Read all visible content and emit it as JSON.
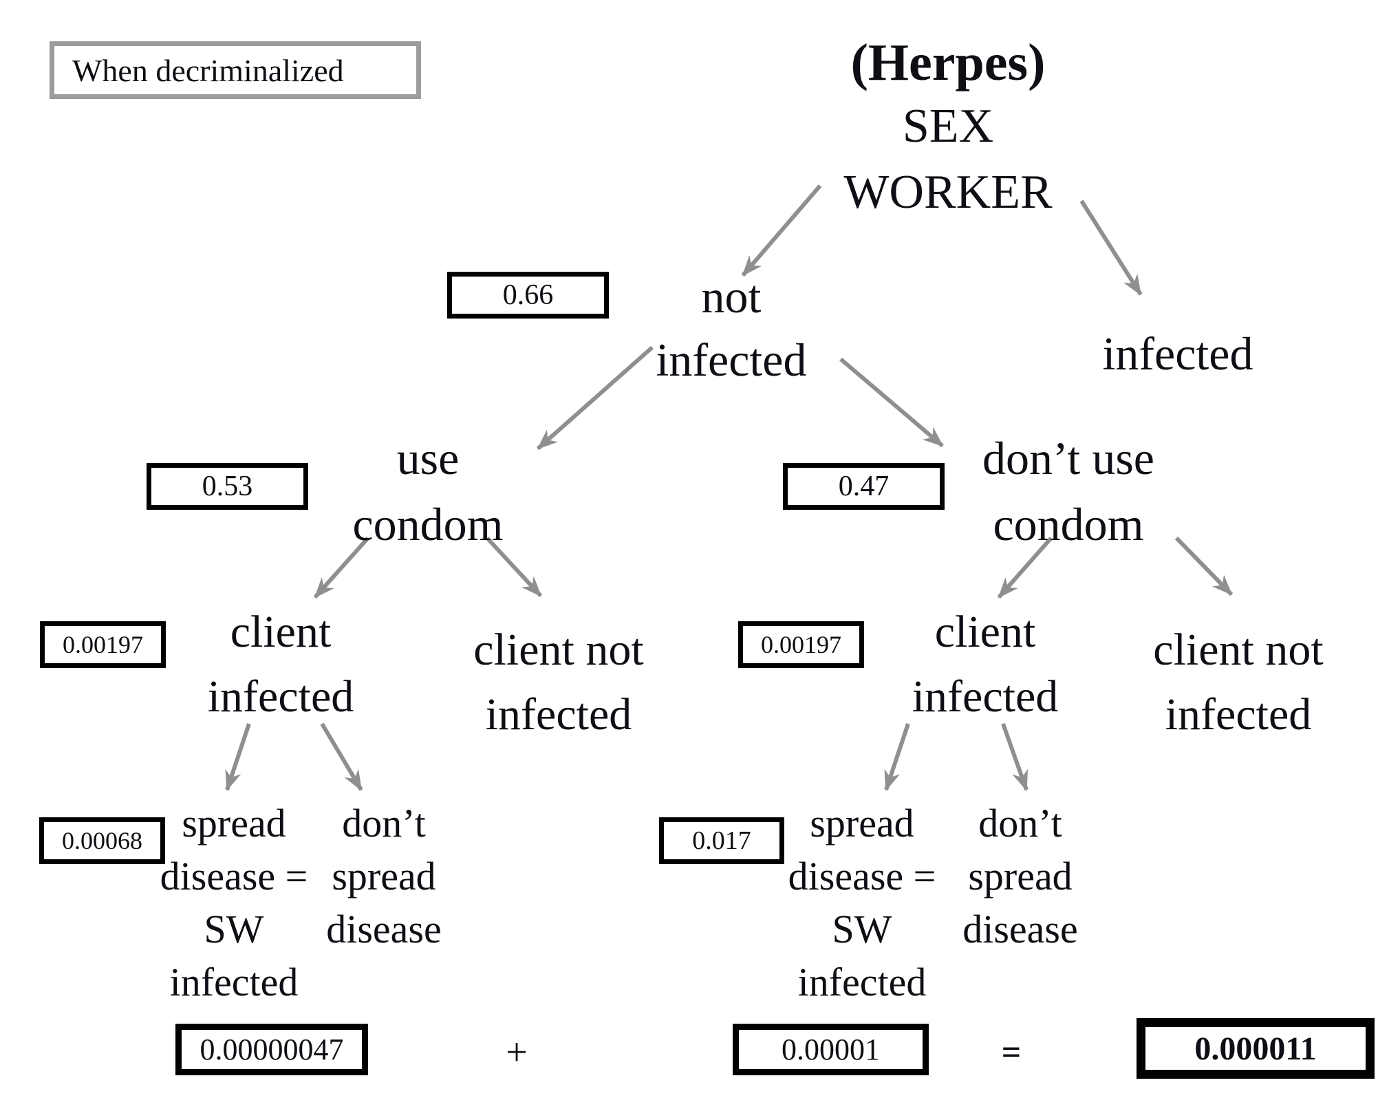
{
  "scenario": {
    "label": "When decriminalized"
  },
  "title": {
    "line1": "(Herpes)",
    "line2": "SEX",
    "line3": "WORKER"
  },
  "nodes": {
    "not_infected": {
      "l1": "not",
      "l2": "infected"
    },
    "infected": {
      "l1": "infected"
    },
    "use_condom": {
      "l1": "use",
      "l2": "condom"
    },
    "dont_use_condom": {
      "l1": "don’t use",
      "l2": "condom"
    },
    "client_infected": {
      "l1": "client",
      "l2": "infected"
    },
    "client_not_infected": {
      "l1": "client not",
      "l2": "infected"
    },
    "spread_disease": {
      "l1": "spread",
      "l2": "disease =",
      "l3": "SW",
      "l4": "infected"
    },
    "dont_spread_disease": {
      "l1": "don’t",
      "l2": "spread",
      "l3": "disease"
    }
  },
  "probabilities": {
    "not_infected": "0.66",
    "use_condom": "0.53",
    "dont_use_condom": "0.47",
    "client_infected_left": "0.00197",
    "client_infected_right": "0.00197",
    "spread_left": "0.00068",
    "spread_right": "0.017"
  },
  "equation": {
    "term1": "0.00000047",
    "operator_plus": "+",
    "term2": "0.00001",
    "operator_equals": "=",
    "result": "0.000011"
  }
}
